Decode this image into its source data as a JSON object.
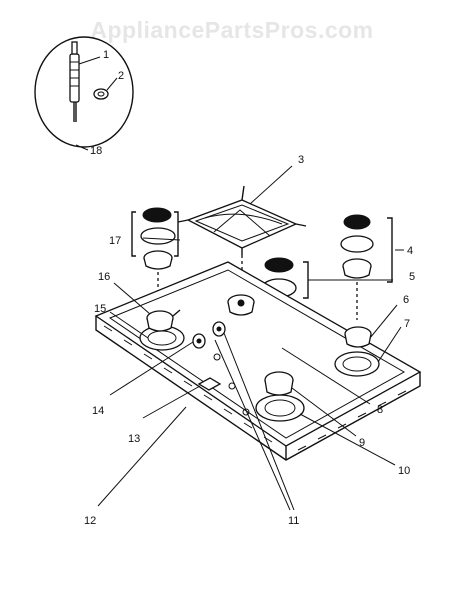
{
  "watermark": "AppliancePartsPros.com",
  "callouts": {
    "c1": "1",
    "c2": "2",
    "c3": "3",
    "c4": "4",
    "c5": "5",
    "c6": "6",
    "c7": "7",
    "c8": "8",
    "c9": "9",
    "c10": "10",
    "c11": "11",
    "c12": "12",
    "c13": "13",
    "c14": "14",
    "c15": "15",
    "c16": "16",
    "c17": "17",
    "c18": "18"
  },
  "colors": {
    "line": "#111111",
    "watermark": "#e6e6e6",
    "background": "#ffffff"
  }
}
